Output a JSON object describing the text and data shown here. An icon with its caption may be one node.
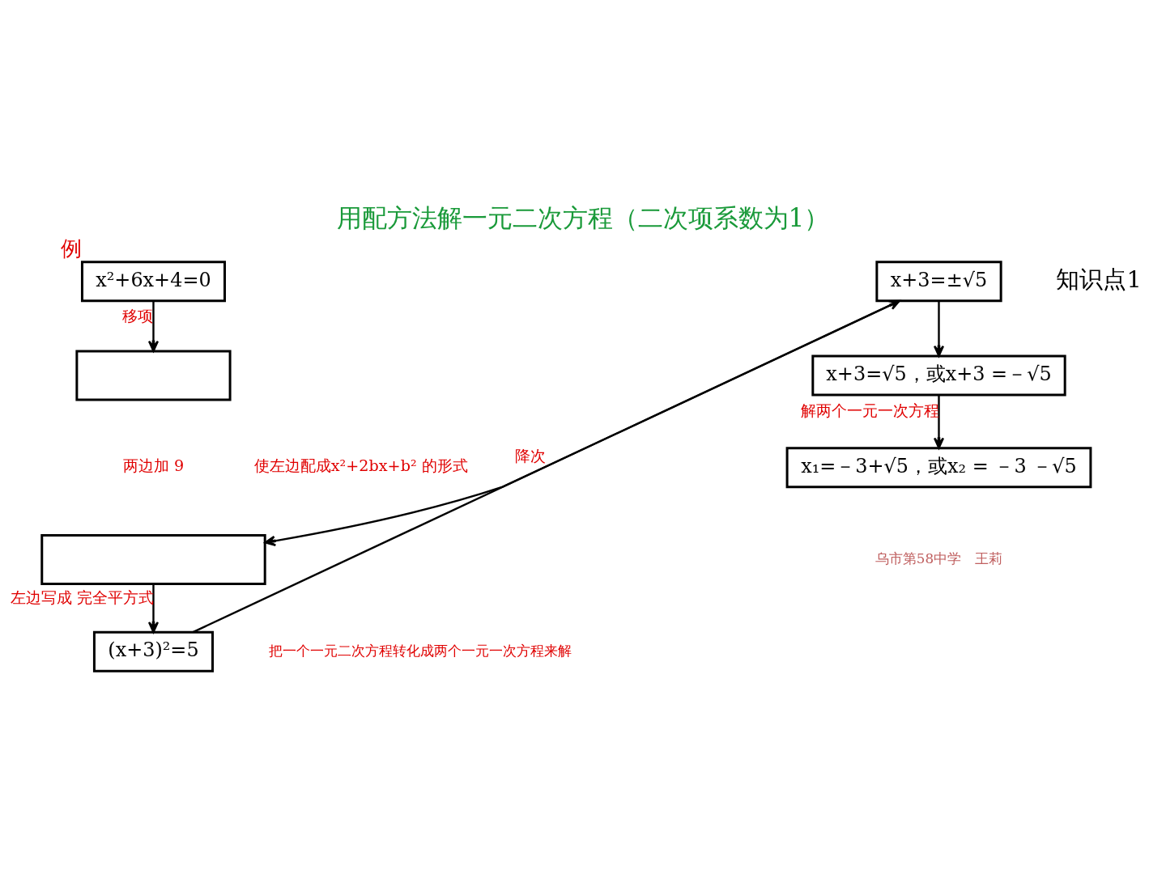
{
  "diagram": {
    "title": "用配方法解一元二次方程（二次项系数为1）",
    "nodes": [
      {
        "text": [
          "x²+6x+4=0"
        ],
        "beside": [
          "例"
        ]
      },
      {
        "text": [],
        "shape": "box"
      },
      {
        "text": [],
        "shape": "box"
      },
      {
        "text": [
          "(x+3)²=5"
        ]
      },
      {
        "text": [
          "x+3=±√5"
        ]
      },
      {
        "text": [
          "x+3=√5，或x+3 =－√5"
        ]
      },
      {
        "text": [
          "x₁=－3+√5，或x₂ = －3 －√5"
        ]
      }
    ],
    "edges": [
      {
        "from": 0,
        "to": 1,
        "arrow": "to",
        "label": "移项"
      },
      {
        "from": 4,
        "to": 2,
        "arrow": "to"
      },
      {
        "from": 2,
        "to": 3,
        "arrow": "to",
        "label": "左边写成 完全平方式"
      },
      {
        "from": 3,
        "to": 4,
        "arrow": "to",
        "label": "降次"
      },
      {
        "from": 4,
        "to": 5,
        "arrow": "to"
      },
      {
        "from": 5,
        "to": 6,
        "arrow": "to",
        "label": "解两个一元一次方程"
      }
    ],
    "labels": [
      "知识点1",
      "两边加 9",
      "使左边配成x²+2bx+b² 的形式",
      "把一个一元二次方程转化成两个一元一次方程来解",
      "乌市第58中学　王莉"
    ]
  }
}
